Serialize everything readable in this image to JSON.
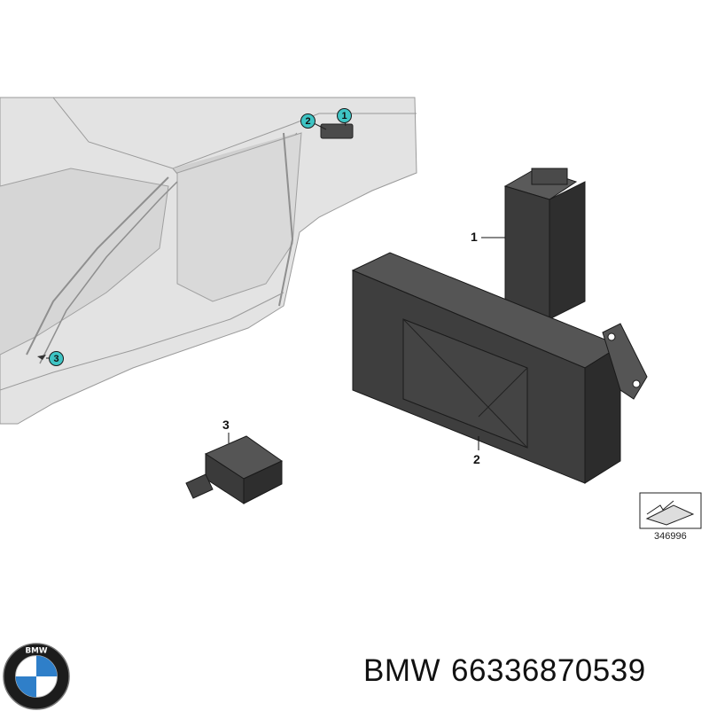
{
  "diagram": {
    "callouts": [
      {
        "number": "1",
        "label": "1"
      },
      {
        "number": "2",
        "label": "2"
      },
      {
        "number": "3",
        "label": "3"
      }
    ],
    "reference_number": "346996",
    "colors": {
      "badge": "#3ec4c4",
      "body_shell": "#e2e2e2",
      "parts": "#3a3a3a"
    }
  },
  "footer": {
    "brand": "BMW",
    "part_number": "66336870539",
    "logo_text": "BMW"
  },
  "icons": [
    "bmw-roundel-icon",
    "arrow-reference-icon"
  ]
}
